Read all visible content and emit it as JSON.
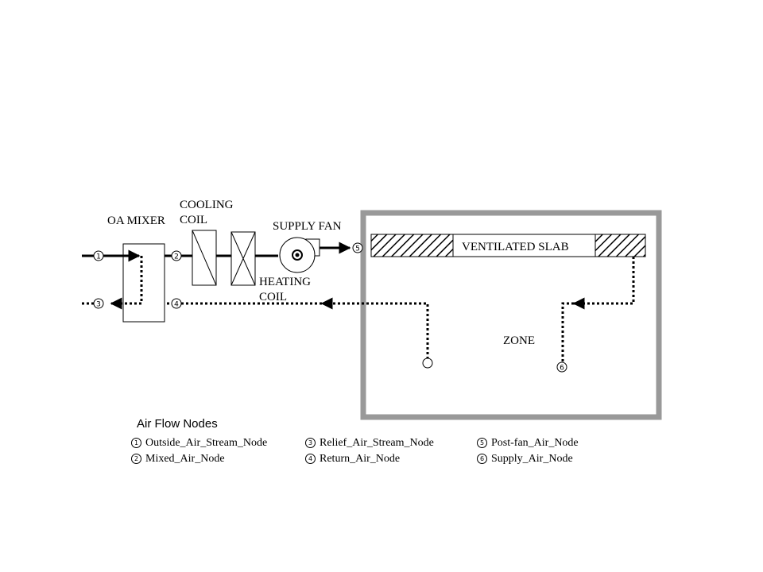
{
  "components": {
    "oa_mixer": "OA MIXER",
    "cooling_coil": [
      "COOLING",
      "COIL"
    ],
    "heating_coil": [
      "HEATING",
      "COIL"
    ],
    "supply_fan": "SUPPLY FAN",
    "ventilated_slab": "VENTILATED SLAB",
    "zone": "ZONE"
  },
  "nodes": [
    "1",
    "2",
    "3",
    "4",
    "5",
    "6"
  ],
  "legend": {
    "title": "Air Flow Nodes",
    "items": [
      {
        "num": "1",
        "label": "Outside_Air_Stream_Node"
      },
      {
        "num": "3",
        "label": "Relief_Air_Stream_Node"
      },
      {
        "num": "5",
        "label": "Post-fan_Air_Node"
      },
      {
        "num": "2",
        "label": "Mixed_Air_Node"
      },
      {
        "num": "4",
        "label": "Return_Air_Node"
      },
      {
        "num": "6",
        "label": "Supply_Air_Node"
      }
    ]
  },
  "colors": {
    "zone_border": "#999999",
    "line": "#000000",
    "background": "#ffffff"
  }
}
